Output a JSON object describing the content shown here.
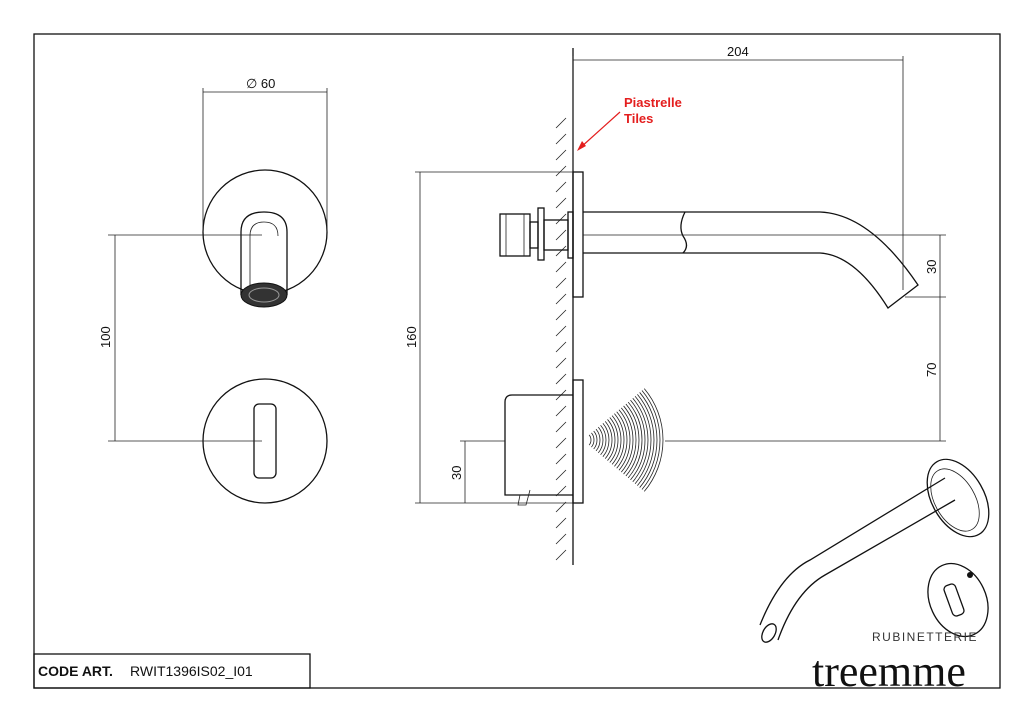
{
  "code_block": {
    "label": "CODE ART.",
    "value": "RWIT1396IS02_I01"
  },
  "brand": {
    "subtitle": "RUBINETTERIE",
    "name": "treemme"
  },
  "annotation": {
    "line1": "Piastrelle",
    "line2": "Tiles",
    "color": "#e41e1e"
  },
  "dimensions": {
    "diameter": "∅ 60",
    "overall_length": "204",
    "spout_to_handle_front": "100",
    "plate_height": "160",
    "spout_drop": "30",
    "spout_to_handle_side": "70",
    "handle_bottom": "30"
  }
}
